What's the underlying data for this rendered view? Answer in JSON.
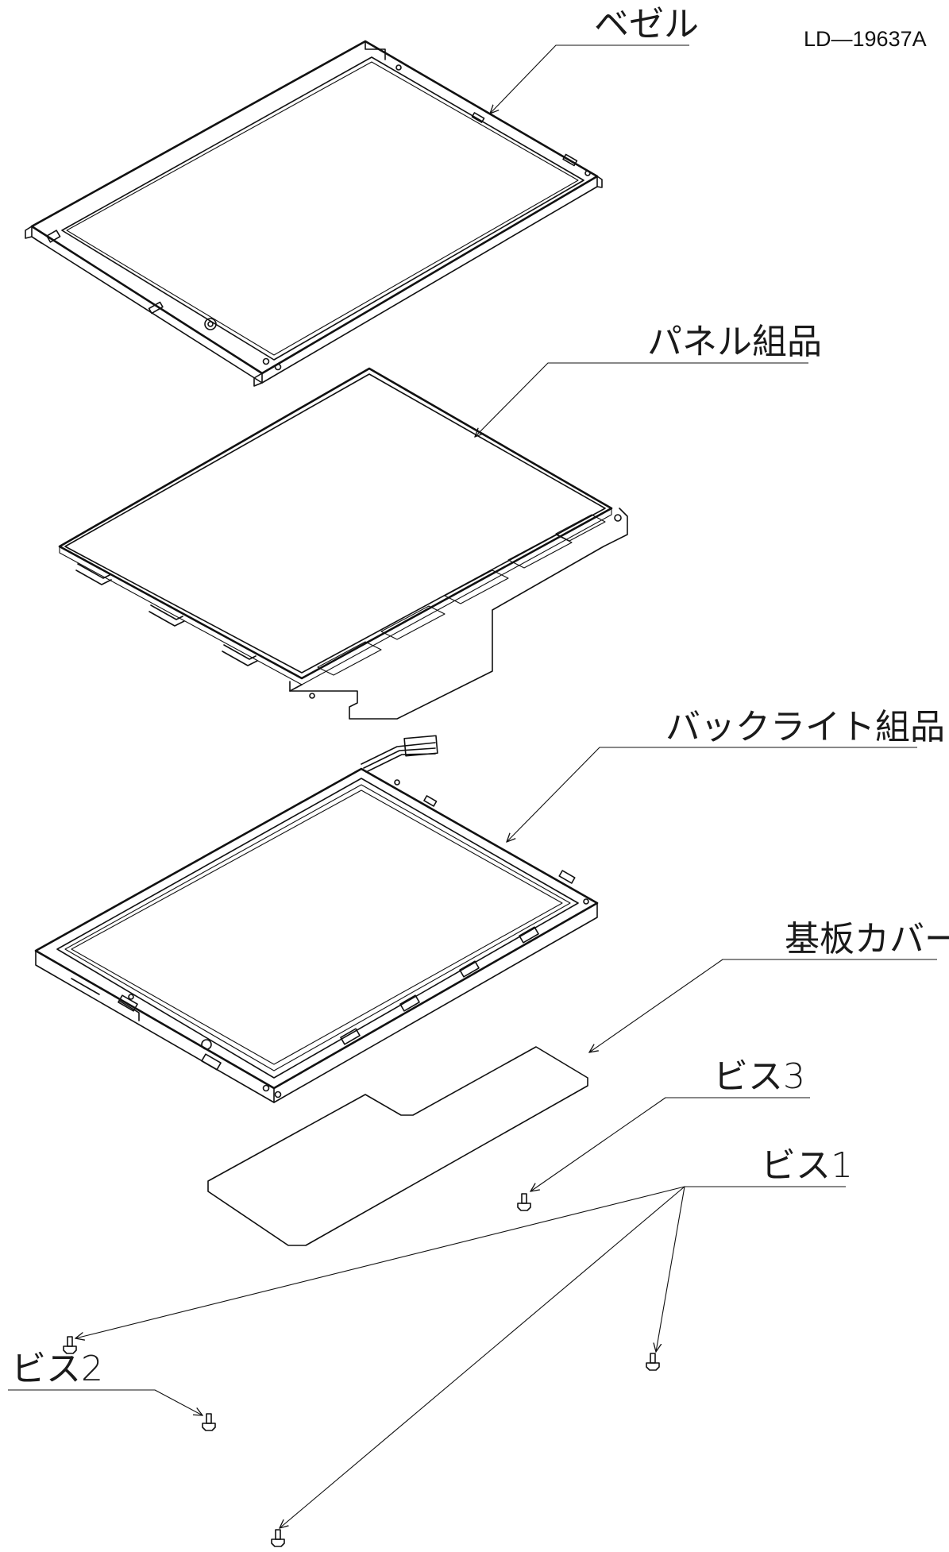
{
  "document_number": "LD—19637A",
  "parts": {
    "bezel": "ベゼル",
    "panel_assembly": "パネル組品",
    "backlight_assembly": "バックライト組品",
    "board_cover": "基板カバー",
    "screw_3": "ビス3",
    "screw_1": "ビス1",
    "screw_2": "ビス2"
  },
  "colors": {
    "ink": "#111111",
    "paper": "#ffffff"
  }
}
